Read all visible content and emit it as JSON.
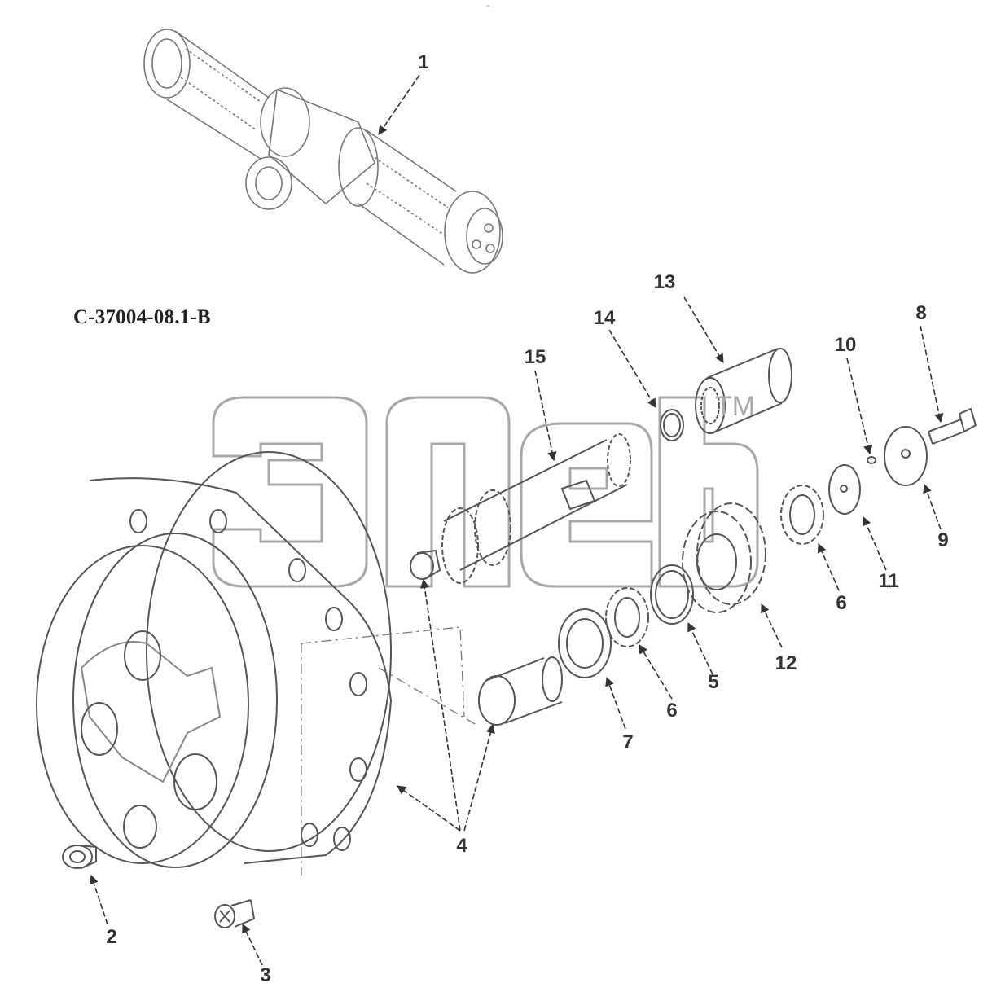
{
  "diagram_code": "C-37004-08.1-B",
  "top_mark": "°⁰ ▫▫▫",
  "watermark": {
    "trademark": "TM"
  },
  "callouts": [
    {
      "id": "c1",
      "label": "1"
    },
    {
      "id": "c2",
      "label": "2"
    },
    {
      "id": "c3",
      "label": "3"
    },
    {
      "id": "c4",
      "label": "4"
    },
    {
      "id": "c5",
      "label": "5"
    },
    {
      "id": "c6a",
      "label": "6"
    },
    {
      "id": "c6b",
      "label": "6"
    },
    {
      "id": "c7",
      "label": "7"
    },
    {
      "id": "c8",
      "label": "8"
    },
    {
      "id": "c9",
      "label": "9"
    },
    {
      "id": "c10",
      "label": "10"
    },
    {
      "id": "c11",
      "label": "11"
    },
    {
      "id": "c12",
      "label": "12"
    },
    {
      "id": "c13",
      "label": "13"
    },
    {
      "id": "c14",
      "label": "14"
    },
    {
      "id": "c15",
      "label": "15"
    }
  ],
  "colors": {
    "line": "#555555",
    "watermark": "#a8a8a8",
    "label": "#333333"
  }
}
